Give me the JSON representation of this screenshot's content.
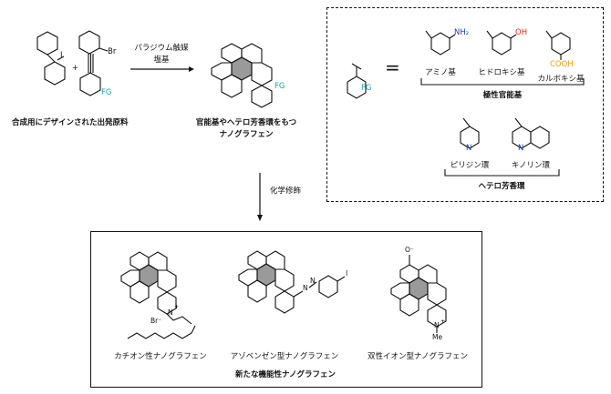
{
  "diagram": {
    "starting_materials": {
      "reagent1_halogen": "I",
      "reagent2_halogen": "Br",
      "plus": "+",
      "fg": "FG",
      "caption": "合成用にデザインされた出発原料"
    },
    "reaction": {
      "conditions_line1": "パラジウム触媒",
      "conditions_line2": "塩基"
    },
    "product": {
      "fg": "FG",
      "caption_line1": "官能基やヘテロ芳香環をもつ",
      "caption_line2": "ナノグラフェン"
    },
    "fg_definition": {
      "fg": "FG",
      "equals": "=",
      "polar_groups": [
        {
          "name": "アミノ基",
          "substituent": "NH₂",
          "color": "#1b3fb0"
        },
        {
          "name": "ヒドロキシ基",
          "substituent": "OH",
          "color": "#e0281c"
        },
        {
          "name": "カルボキシ基",
          "substituent": "COOH",
          "color": "#f09a14"
        }
      ],
      "polar_caption": "極性官能基",
      "hetero_rings": [
        {
          "name": "ピリジン環",
          "atom": "N"
        },
        {
          "name": "キノリン環",
          "atom": "N"
        }
      ],
      "hetero_caption": "ヘテロ芳香環"
    },
    "modification": {
      "label": "化学修飾"
    },
    "new_nanographenes": {
      "items": [
        {
          "name": "カチオン性ナノグラフェン",
          "counterion": "Br⁻",
          "atom": "N",
          "charge": "+"
        },
        {
          "name": "アゾベンゼン型ナノグラフェン",
          "azo": "N",
          "halogen": "I"
        },
        {
          "name": "双性イオン型ナノグラフェン",
          "anion": "O⁻",
          "atom": "N",
          "charge": "+",
          "methyl": "Me"
        }
      ],
      "caption": "新たな機能性ナノグラフェン"
    },
    "colors": {
      "fg": "#1a9fb5",
      "amino": "#1b3fb0",
      "hydroxy": "#e0281c",
      "carboxy": "#f09a14",
      "pyridine_n": "#1b3fb0"
    }
  }
}
